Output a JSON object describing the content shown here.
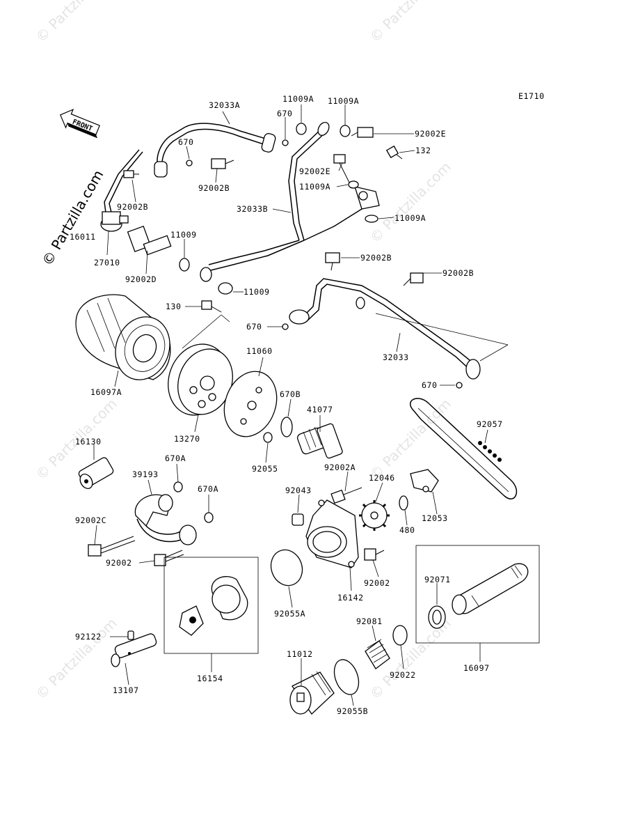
{
  "diagram_code": "E1710",
  "front_label": "FRONT",
  "watermark": "© Partzilla.com",
  "parts": {
    "p32033A": "32033A",
    "p670_a": "670",
    "p11009A_a": "11009A",
    "p11009A_b": "11009A",
    "p92002E_a": "92002E",
    "p132": "132",
    "p670_b": "670",
    "p92002E_b": "92002E",
    "p11009A_c": "11009A",
    "p92002B_a": "92002B",
    "p92002B_b": "92002B",
    "p32033B": "32033B",
    "p11009A_d": "11009A",
    "p16011": "16011",
    "p27010": "27010",
    "p92002D": "92002D",
    "p11009_a": "11009",
    "p11009_b": "11009",
    "p92002B_c": "92002B",
    "p92002B_d": "92002B",
    "p130": "130",
    "p670_c": "670",
    "p32033": "32033",
    "p16097A": "16097A",
    "p11060": "11060",
    "p670B": "670B",
    "p41077": "41077",
    "p13270": "13270",
    "p670_d": "670",
    "p92057": "92057",
    "p16130": "16130",
    "p92055": "92055",
    "p670A_a": "670A",
    "p39193": "39193",
    "p92002A": "92002A",
    "p12046": "12046",
    "p670A_b": "670A",
    "p92043": "92043",
    "p12053": "12053",
    "p480": "480",
    "p92002C": "92002C",
    "p92002_a": "92002",
    "p92002_b": "92002",
    "p16142": "16142",
    "p92071": "92071",
    "p92055A": "92055A",
    "p92081": "92081",
    "p92122": "92122",
    "p11012": "11012",
    "p92022": "92022",
    "p16154": "16154",
    "p13107": "13107",
    "p92055B": "92055B",
    "p16097": "16097"
  }
}
